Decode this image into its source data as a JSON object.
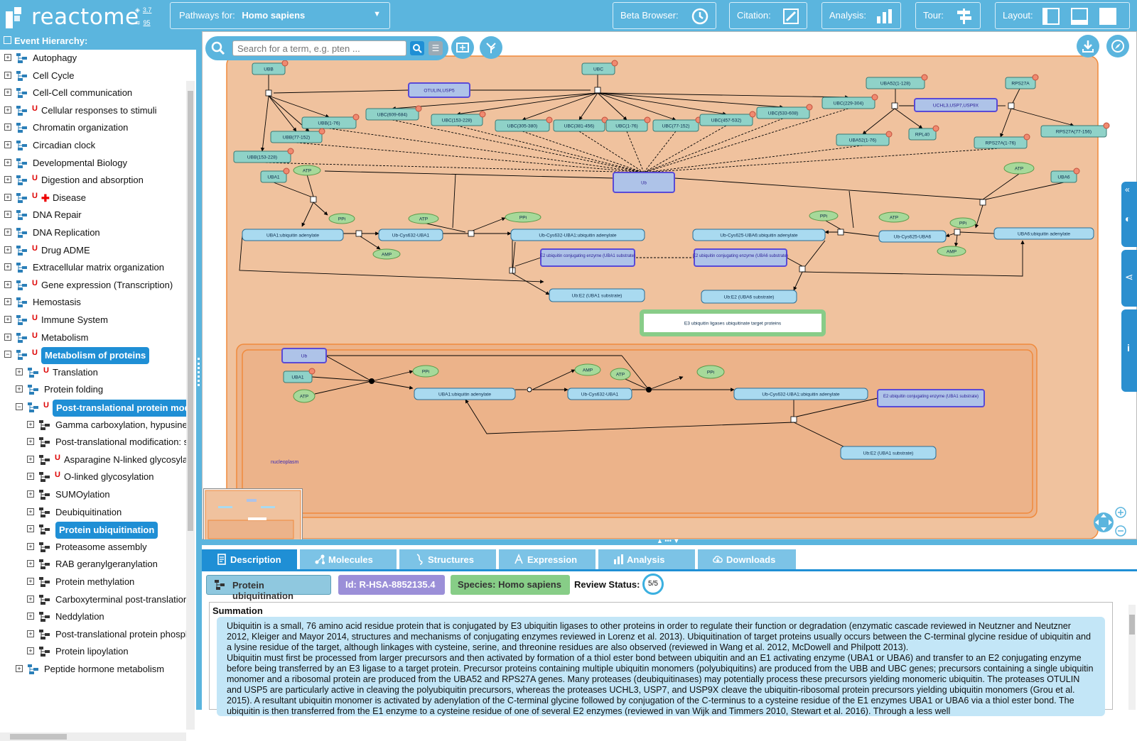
{
  "header": {
    "logo_text": "reactome",
    "version_major": "3.7",
    "version_minor": "95",
    "species_prefix": "Pathways for:",
    "species_value": "Homo sapiens",
    "beta_label": "Beta Browser:",
    "citation_label": "Citation:",
    "analysis_label": "Analysis:",
    "tour_label": "Tour:",
    "layout_label": "Layout:"
  },
  "sidebar": {
    "title": "Event Hierarchy:",
    "items": [
      {
        "label": "Autophagy",
        "u": false,
        "level": 0,
        "exp": "+"
      },
      {
        "label": "Cell Cycle",
        "u": false,
        "level": 0,
        "exp": "+"
      },
      {
        "label": "Cell-Cell communication",
        "u": false,
        "level": 0,
        "exp": "+"
      },
      {
        "label": "Cellular responses to stimuli",
        "u": true,
        "level": 0,
        "exp": "+"
      },
      {
        "label": "Chromatin organization",
        "u": false,
        "level": 0,
        "exp": "+"
      },
      {
        "label": "Circadian clock",
        "u": false,
        "level": 0,
        "exp": "+"
      },
      {
        "label": "Developmental Biology",
        "u": false,
        "level": 0,
        "exp": "+"
      },
      {
        "label": "Digestion and absorption",
        "u": true,
        "level": 0,
        "exp": "+"
      },
      {
        "label": "Disease",
        "u": true,
        "level": 0,
        "exp": "+",
        "disease": true
      },
      {
        "label": "DNA Repair",
        "u": false,
        "level": 0,
        "exp": "+"
      },
      {
        "label": "DNA Replication",
        "u": false,
        "level": 0,
        "exp": "+"
      },
      {
        "label": "Drug ADME",
        "u": true,
        "level": 0,
        "exp": "+"
      },
      {
        "label": "Extracellular matrix organization",
        "u": false,
        "level": 0,
        "exp": "+"
      },
      {
        "label": "Gene expression (Transcription)",
        "u": true,
        "level": 0,
        "exp": "+"
      },
      {
        "label": "Hemostasis",
        "u": false,
        "level": 0,
        "exp": "+"
      },
      {
        "label": "Immune System",
        "u": true,
        "level": 0,
        "exp": "+"
      },
      {
        "label": "Metabolism",
        "u": true,
        "level": 0,
        "exp": "+"
      },
      {
        "label": "Metabolism of proteins",
        "u": true,
        "level": 0,
        "exp": "−",
        "selected": true
      },
      {
        "label": "Translation",
        "u": true,
        "level": 1,
        "exp": "+"
      },
      {
        "label": "Protein folding",
        "u": false,
        "level": 1,
        "exp": "+"
      },
      {
        "label": "Post-translational protein modification",
        "u": true,
        "level": 1,
        "exp": "−",
        "selected": true
      },
      {
        "label": "Gamma carboxylation, hypusine formation",
        "u": false,
        "level": 2,
        "exp": "+"
      },
      {
        "label": "Post-translational modification: synthesis",
        "u": false,
        "level": 2,
        "exp": "+"
      },
      {
        "label": "Asparagine N-linked glycosylation",
        "u": true,
        "level": 2,
        "exp": "+"
      },
      {
        "label": "O-linked glycosylation",
        "u": true,
        "level": 2,
        "exp": "+"
      },
      {
        "label": "SUMOylation",
        "u": false,
        "level": 2,
        "exp": "+"
      },
      {
        "label": "Deubiquitination",
        "u": false,
        "level": 2,
        "exp": "+"
      },
      {
        "label": "Protein ubiquitination",
        "u": false,
        "level": 2,
        "exp": "+",
        "selected": true
      },
      {
        "label": "Proteasome assembly",
        "u": false,
        "level": 2,
        "exp": "+"
      },
      {
        "label": "RAB geranylgeranylation",
        "u": false,
        "level": 2,
        "exp": "+"
      },
      {
        "label": "Protein methylation",
        "u": false,
        "level": 2,
        "exp": "+"
      },
      {
        "label": "Carboxyterminal post-translational",
        "u": false,
        "level": 2,
        "exp": "+"
      },
      {
        "label": "Neddylation",
        "u": false,
        "level": 2,
        "exp": "+"
      },
      {
        "label": "Post-translational protein phosphorylation",
        "u": false,
        "level": 2,
        "exp": "+"
      },
      {
        "label": "Protein lipoylation",
        "u": false,
        "level": 2,
        "exp": "+"
      },
      {
        "label": "Peptide hormone metabolism",
        "u": false,
        "level": 1,
        "exp": "+"
      }
    ]
  },
  "diagram": {
    "search_placeholder": "Search for a term, e.g. pten ...",
    "nodes": [
      {
        "id": "n1",
        "label": "UBB",
        "kind": "prot"
      },
      {
        "id": "n2",
        "label": "UBC",
        "kind": "prot"
      },
      {
        "id": "n3",
        "label": "OTULIN,USP5",
        "kind": "set"
      },
      {
        "id": "n4",
        "label": "UBA52(1-128)",
        "kind": "prot"
      },
      {
        "id": "n5",
        "label": "RPS27A",
        "kind": "prot"
      },
      {
        "id": "n6",
        "label": "UBC(229-304)",
        "kind": "prot"
      },
      {
        "id": "n7",
        "label": "UCHL3,USP7,USP9X",
        "kind": "set"
      },
      {
        "id": "n8",
        "label": "UBC(609-684)",
        "kind": "prot"
      },
      {
        "id": "n9",
        "label": "UBB(1-76)",
        "kind": "prot"
      },
      {
        "id": "n10",
        "label": "UBC(153-228)",
        "kind": "prot"
      },
      {
        "id": "n11",
        "label": "UBC(305-380)",
        "kind": "prot"
      },
      {
        "id": "n12",
        "label": "UBC(381-456)",
        "kind": "prot"
      },
      {
        "id": "n13",
        "label": "UBC(1-76)",
        "kind": "prot"
      },
      {
        "id": "n14",
        "label": "UBC(77-152)",
        "kind": "prot"
      },
      {
        "id": "n15",
        "label": "UBC(457-532)",
        "kind": "prot"
      },
      {
        "id": "n16",
        "label": "UBC(533-608)",
        "kind": "prot"
      },
      {
        "id": "n17",
        "label": "UBB(77-152)",
        "kind": "prot"
      },
      {
        "id": "n18",
        "label": "UBA52(1-76)",
        "kind": "prot"
      },
      {
        "id": "n19",
        "label": "RPL40",
        "kind": "prot"
      },
      {
        "id": "n20",
        "label": "RPS27A(1-76)",
        "kind": "prot"
      },
      {
        "id": "n21",
        "label": "RPS27A(77-156)",
        "kind": "prot"
      },
      {
        "id": "n22",
        "label": "UBB(153-228)",
        "kind": "prot"
      },
      {
        "id": "n23",
        "label": "UBA1",
        "kind": "prot"
      },
      {
        "id": "n24",
        "label": "ATP",
        "kind": "chem"
      },
      {
        "id": "n25",
        "label": "Ub",
        "kind": "set"
      },
      {
        "id": "n26",
        "label": "ATP",
        "kind": "chem"
      },
      {
        "id": "n27",
        "label": "UBA6",
        "kind": "prot"
      },
      {
        "id": "n28",
        "label": "PPi",
        "kind": "chem"
      },
      {
        "id": "n29",
        "label": "ATP",
        "kind": "chem"
      },
      {
        "id": "n30",
        "label": "PPi",
        "kind": "chem"
      },
      {
        "id": "n31",
        "label": "PPi",
        "kind": "chem"
      },
      {
        "id": "n32",
        "label": "ATP",
        "kind": "chem"
      },
      {
        "id": "n33",
        "label": "PPi",
        "kind": "chem"
      },
      {
        "id": "n34",
        "label": "UBA1:ubiquitin adenylate",
        "kind": "cplx"
      },
      {
        "id": "n35",
        "label": "Ub-Cys632-UBA1",
        "kind": "cplx"
      },
      {
        "id": "n36",
        "label": "Ub-Cys632-UBA1:ubiquitin adenylate",
        "kind": "cplx"
      },
      {
        "id": "n37",
        "label": "Ub-Cys625-UBA6:ubiquitin adenylate",
        "kind": "cplx"
      },
      {
        "id": "n38",
        "label": "Ub-Cys625-UBA6",
        "kind": "cplx"
      },
      {
        "id": "n39",
        "label": "UBA6:ubiquitin adenylate",
        "kind": "cplx"
      },
      {
        "id": "n40",
        "label": "AMP",
        "kind": "chem"
      },
      {
        "id": "n41",
        "label": "AMP",
        "kind": "chem"
      },
      {
        "id": "n42",
        "label": "E2 ubiquitin conjugating enzyme (UBA1 substrate)",
        "kind": "set"
      },
      {
        "id": "n43",
        "label": "E2 ubiquitin conjugating enzyme (UBA6 substrate)",
        "kind": "set"
      },
      {
        "id": "n44",
        "label": "Ub:E2 (UBA1 substrate)",
        "kind": "cplx"
      },
      {
        "id": "n45",
        "label": "Ub:E2 (UBA6 substrate)",
        "kind": "cplx"
      },
      {
        "id": "n46",
        "label": "E3 ubiquitin ligases ubiquitinate target proteins",
        "kind": "path"
      },
      {
        "id": "n47",
        "label": "Ub",
        "kind": "set"
      },
      {
        "id": "n48",
        "label": "UBA1",
        "kind": "prot"
      },
      {
        "id": "n49",
        "label": "ATP",
        "kind": "chem"
      },
      {
        "id": "n50",
        "label": "PPi",
        "kind": "chem"
      },
      {
        "id": "n51",
        "label": "UBA1:ubiquitin adenylate",
        "kind": "cplx"
      },
      {
        "id": "n52",
        "label": "AMP",
        "kind": "chem"
      },
      {
        "id": "n53",
        "label": "ATP",
        "kind": "chem"
      },
      {
        "id": "n54",
        "label": "Ub-Cys632-UBA1",
        "kind": "cplx"
      },
      {
        "id": "n55",
        "label": "PPi",
        "kind": "chem"
      },
      {
        "id": "n56",
        "label": "Ub-Cys632-UBA1:ubiquitin adenylate",
        "kind": "cplx"
      },
      {
        "id": "n57",
        "label": "E2 ubiquitin conjugating enzyme (UBA1 substrate)",
        "kind": "set"
      },
      {
        "id": "n58",
        "label": "Ub:E2 (UBA1 substrate)",
        "kind": "cplx"
      }
    ],
    "compartment_label": "nucleoplasm"
  },
  "details": {
    "tabs": [
      "Description",
      "Molecules",
      "Structures",
      "Expression",
      "Analysis",
      "Downloads"
    ],
    "name_chip": "Protein ubiquitination",
    "id_chip": "Id: R-HSA-8852135.4",
    "species_chip": "Species: Homo sapiens",
    "review_label": "Review Status:",
    "review_value": "5/5",
    "summation_title": "Summation",
    "summation_p1": "Ubiquitin is a small, 76 amino acid residue protein that is conjugated by E3 ubiquitin ligases to other proteins in order to regulate their function or degradation (enzymatic cascade reviewed in Neutzner and Neutzner 2012, Kleiger and Mayor 2014, structures and mechanisms of conjugating enzymes reviewed in Lorenz et al. 2013). Ubiquitination of target proteins usually occurs between the C-terminal glycine residue of ubiquitin and a lysine residue of the target, although linkages with cysteine, serine, and threonine residues are also observed (reviewed in Wang et al. 2012, McDowell and Philpott 2013).",
    "summation_p2": "Ubiquitin must first be processed from larger precursors and then activated by formation of a thiol ester bond between ubiquitin and an E1 activating enzyme (UBA1 or UBA6) and transfer to an E2 conjugating enzyme before being transferred by an E3 ligase to a target protein. Precursor proteins containing multiple ubiquitin monomers (polyubiquitins) are produced from the UBB and UBC genes; precursors containing a single ubiquitin monomer and a ribosomal protein are produced from the UBA52 and RPS27A genes. Many proteases (deubiquitinases) may potentially process these precursors yielding monomeric ubiquitin. The proteases OTULIN and USP5 are particularly active in cleaving the polyubiquitin precursors, whereas the proteases UCHL3, USP7, and USP9X cleave the ubiquitin-ribosomal protein precursors yielding ubiquitin monomers (Grou et al. 2015). A resultant ubiquitin monomer is activated by adenylation of the C-terminal glycine followed by conjugation of the C-terminus to a cysteine residue of the E1 enzymes UBA1 or UBA6 via a thiol ester bond. The ubiquitin is then transferred from the E1 enzyme to a cysteine residue of one of several E2 enzymes (reviewed in van Wijk and Timmers 2010, Stewart et al. 2016). Through a less well"
  },
  "colors": {
    "brand": "#5bb5de",
    "selected": "#1f8fd5",
    "compartment_fill": "#f0c29e",
    "compartment_stroke": "#f08a3c",
    "protein_fill": "#8fd2c8",
    "complex_fill": "#a9daf0",
    "chemical_fill": "#a6d99a",
    "set_fill": "#aec3e8"
  }
}
